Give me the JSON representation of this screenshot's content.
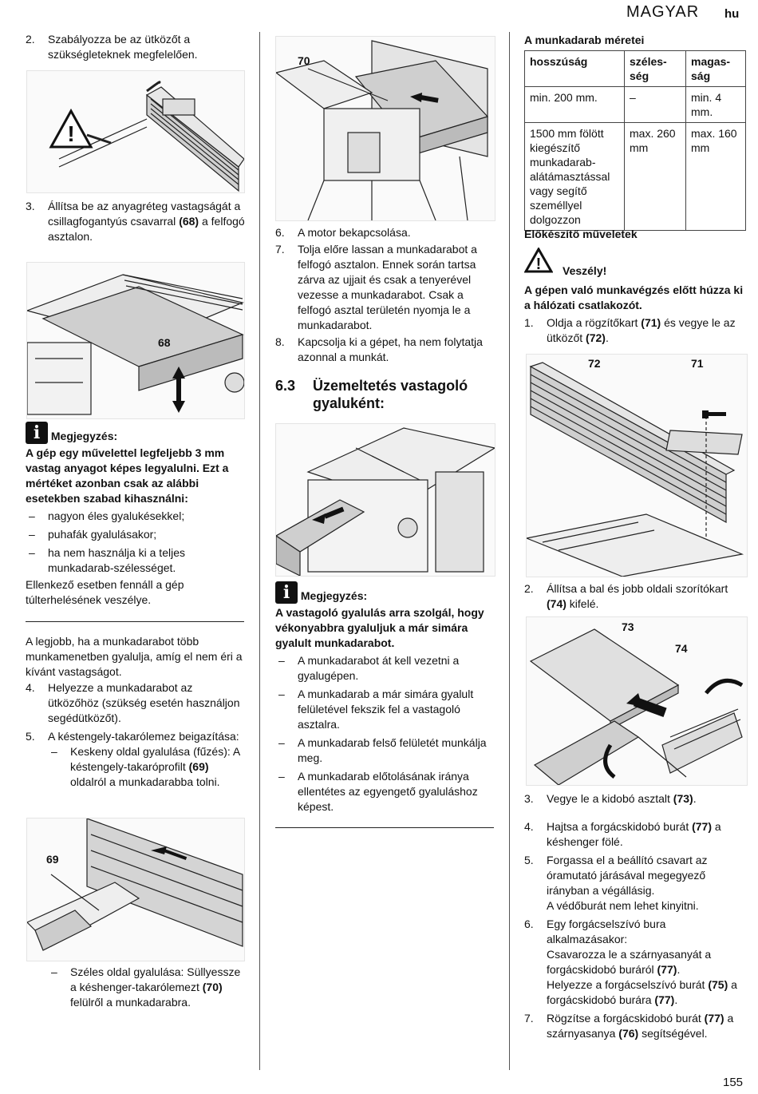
{
  "header": {
    "language": "MAGYAR",
    "code": "hu"
  },
  "page_number": "155",
  "left": {
    "step2": {
      "num": "2.",
      "text": "Szabályozza be az ütközőt a szükségleteknek megfelelően."
    },
    "step3": {
      "num": "3.",
      "text_a": "Állítsa be az anyagréteg vastagságát a csillagfogantyús csavarral ",
      "ref": "(68)",
      "text_b": " a felfogó asztalon."
    },
    "fig68_label": "68",
    "note": {
      "title": "Megjegyzés:",
      "bold_text": "A gép egy művelettel legfeljebb 3 mm vastag anyagot képes legyalulni. Ezt a mértéket azonban csak az alábbi esetekben szabad kihasználni:",
      "items": [
        "nagyon éles gyalukésekkel;",
        "puhafák gyalulásakor;",
        "ha nem használja ki a teljes munkadarab-szélességet."
      ],
      "after": "Ellenkező esetben fennáll a gép túlterhelésének veszélye."
    },
    "para": "A legjobb, ha a munkadarabot több munkamenetben gyalulja, amíg el nem éri a kívánt vastagságot.",
    "step4": {
      "num": "4.",
      "text": "Helyezze a munkadarabot az ütközőhöz (szükség esetén használjon segédütközőt)."
    },
    "step5": {
      "num": "5.",
      "text": "A késtengely-takarólemez beigazítása:"
    },
    "sub1": {
      "text_a": "Keskeny oldal gyalulása (fűzés): A késtengely-takaróprofilt ",
      "ref": "(69)",
      "text_b": " oldalról a munkadarabba tolni."
    },
    "fig69_label": "69",
    "sub2": {
      "text_a": "Széles oldal gyalulása: Süllyessze a késhenger-takarólemezt ",
      "ref": "(70)",
      "text_b": " felülről a munkadarabra."
    },
    "dash": "–"
  },
  "middle": {
    "fig70_label": "70",
    "step6": {
      "num": "6.",
      "text": "A motor bekapcsolása."
    },
    "step7": {
      "num": "7.",
      "text": "Tolja előre lassan a munkadarabot a felfogó asztalon. Ennek során tartsa zárva az ujjait és csak a tenyerével vezesse a munkadarabot. Csak a felfogó asztal területén nyomja le a munkadarabot."
    },
    "step8": {
      "num": "8.",
      "text": "Kapcsolja ki a gépet, ha nem folytatja azonnal a munkát."
    },
    "section": {
      "num": "6.3",
      "title": "Üzemeltetés vastagoló gyaluként:"
    },
    "note": {
      "title": "Megjegyzés:",
      "bold_text": "A vastagoló gyalulás arra szolgál, hogy vékonyabbra gyaluljuk a már simára gyalult munkadarabot.",
      "items": [
        "A munkadarabot át kell vezetni a gyalugépen.",
        "A munkadarab a már simára gyalult felületével fekszik fel a vastagoló asztalra.",
        "A munkadarab felső felületét munkálja meg.",
        "A munkadarab előtolásának iránya ellentétes az egyengető gyaluláshoz képest."
      ]
    }
  },
  "right": {
    "table_title": "A munkadarab méretei",
    "table_headers": [
      "hosszúság",
      "széles-ség",
      "magas-ság"
    ],
    "table_rows": [
      [
        "min. 200 mm.",
        "–",
        "min. 4 mm."
      ],
      [
        "1500 mm fölött kiegészítő munkadarab-alátámasztással vagy segítő személlyel dolgozzon",
        "max. 260 mm",
        "max. 160 mm"
      ]
    ],
    "prep_title": "Előkészítő műveletek",
    "danger_title": "Veszély!",
    "danger_text": "A gépen való munkavégzés előtt húzza ki a hálózati csatlakozót.",
    "step1": {
      "num": "1.",
      "text_a": "Oldja a rögzítőkart ",
      "ref1": "(71)",
      "text_b": " és vegye le az ütközőt ",
      "ref2": "(72)",
      "text_c": "."
    },
    "fig72_label": "72",
    "fig71_label": "71",
    "step2": {
      "num": "2.",
      "text_a": "Állítsa a bal és jobb oldali szorítókart ",
      "ref": "(74)",
      "text_b": " kifelé."
    },
    "fig73_label": "73",
    "fig74_label": "74",
    "step3": {
      "num": "3.",
      "text_a": "Vegye le a kidobó asztalt ",
      "ref": "(73)",
      "text_b": "."
    },
    "step4": {
      "num": "4.",
      "text_a": "Hajtsa a forgácskidobó burát ",
      "ref": "(77)",
      "text_b": " a késhenger fölé."
    },
    "step5": {
      "num": "5.",
      "text": "Forgassa el a beállító csavart az óramutató járásával megegyező irányban a végállásig.",
      "extra": "A védőburát nem lehet kinyitni."
    },
    "step6": {
      "num": "6.",
      "text": "Egy forgácselszívó bura alkalmazásakor:",
      "l1_a": "Csavarozza le a szárnyasanyát a forgácskidobó buráról ",
      "l1_ref": "(77)",
      "l1_b": ".",
      "l2_a": "Helyezze a forgácselszívó burát ",
      "l2_ref1": "(75)",
      "l2_b": " a forgácskidobó burára ",
      "l2_ref2": "(77)",
      "l2_c": "."
    },
    "step7": {
      "num": "7.",
      "text_a": "Rögzítse a forgácskidobó burát ",
      "ref1": "(77)",
      "text_b": " a szárnyasanya ",
      "ref2": "(76)",
      "text_c": " segítségével."
    }
  }
}
